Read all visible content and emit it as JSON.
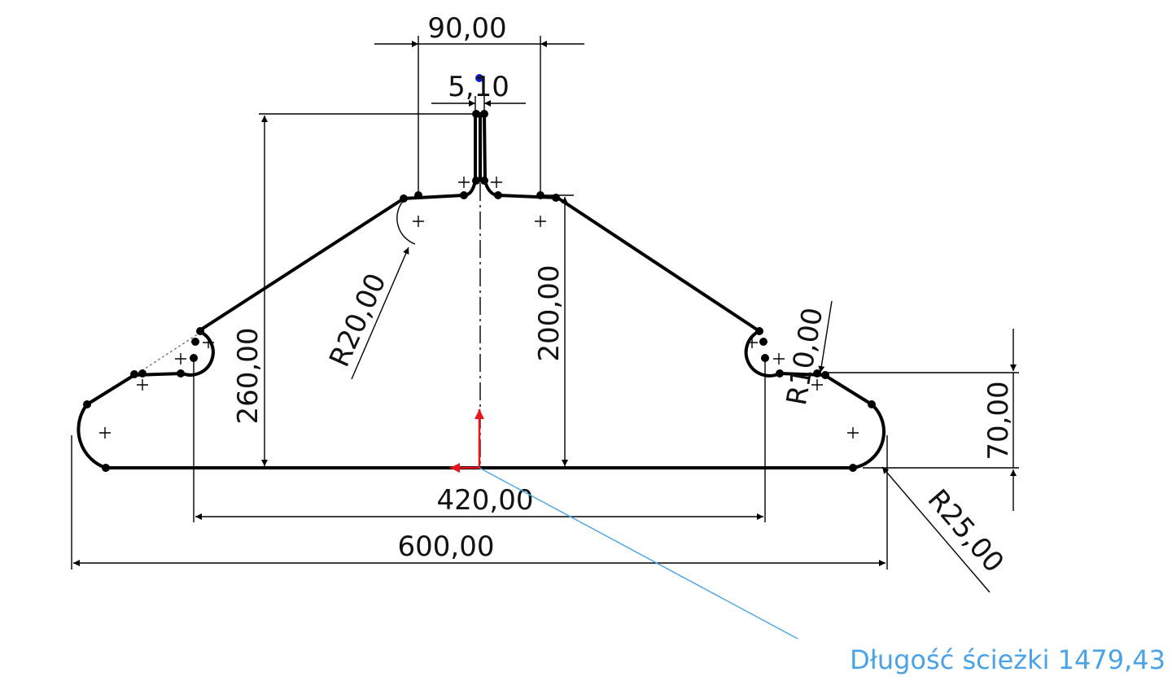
{
  "sketch": {
    "dimensions": {
      "top_width": "90,00",
      "slot_width": "5,10",
      "total_height": "260,00",
      "shoulder_height": "200,00",
      "fillet_top": "R20,00",
      "fillet_shoulder": "R10,00",
      "tip_height": "70,00",
      "fillet_end": "R25,00",
      "inner_width": "420,00",
      "overall_width": "600,00"
    },
    "path_length_label": "Długość ścieżki 1479,43",
    "colors": {
      "geometry": "#000000",
      "path_label": "#4aa3e6",
      "axis_y": "#e8141b",
      "axis_x": "#e8141b",
      "point": "#1020c8"
    }
  }
}
